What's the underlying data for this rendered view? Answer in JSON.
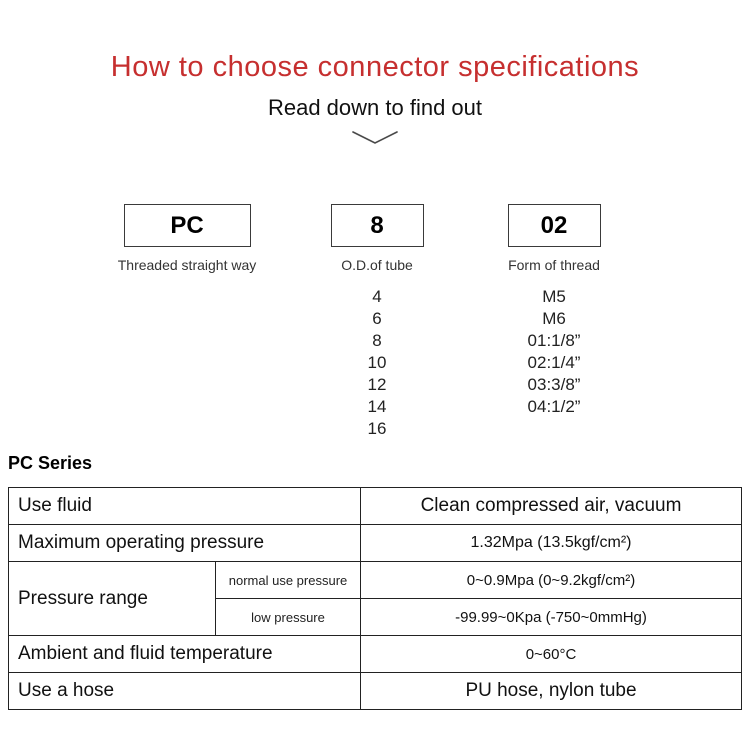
{
  "header": {
    "title": "How to choose connector specifications",
    "subtitle": "Read down to find out"
  },
  "selector": {
    "columns": [
      {
        "code": "PC",
        "label": "Threaded straight way",
        "options": []
      },
      {
        "code": "8",
        "label": "O.D.of tube",
        "options": [
          "4",
          "6",
          "8",
          "10",
          "12",
          "14",
          "16"
        ]
      },
      {
        "code": "02",
        "label": "Form of thread",
        "options": [
          "M5",
          "M6",
          "01:1/8”",
          "02:1/4”",
          "03:3/8”",
          "04:1/2”"
        ]
      }
    ]
  },
  "series": {
    "heading": "PC Series"
  },
  "spec_table": {
    "use_fluid": {
      "label": "Use fluid",
      "value": "Clean compressed air, vacuum"
    },
    "max_pressure": {
      "label": "Maximum operating pressure",
      "value": "1.32Mpa  (13.5kgf/cm²)"
    },
    "pressure_range": {
      "label": "Pressure range",
      "normal": {
        "label": "normal use pressure",
        "value": "0~0.9Mpa  (0~9.2kgf/cm²)"
      },
      "low": {
        "label": "low pressure",
        "value": "-99.99~0Kpa  (-750~0mmHg)"
      }
    },
    "temperature": {
      "label": "Ambient and fluid temperature",
      "value": "0~60°C"
    },
    "hose": {
      "label": "Use a hose",
      "value": "PU hose, nylon tube"
    }
  },
  "colors": {
    "title_red": "#c62f2f",
    "table_beige": "#f0e8d5"
  }
}
